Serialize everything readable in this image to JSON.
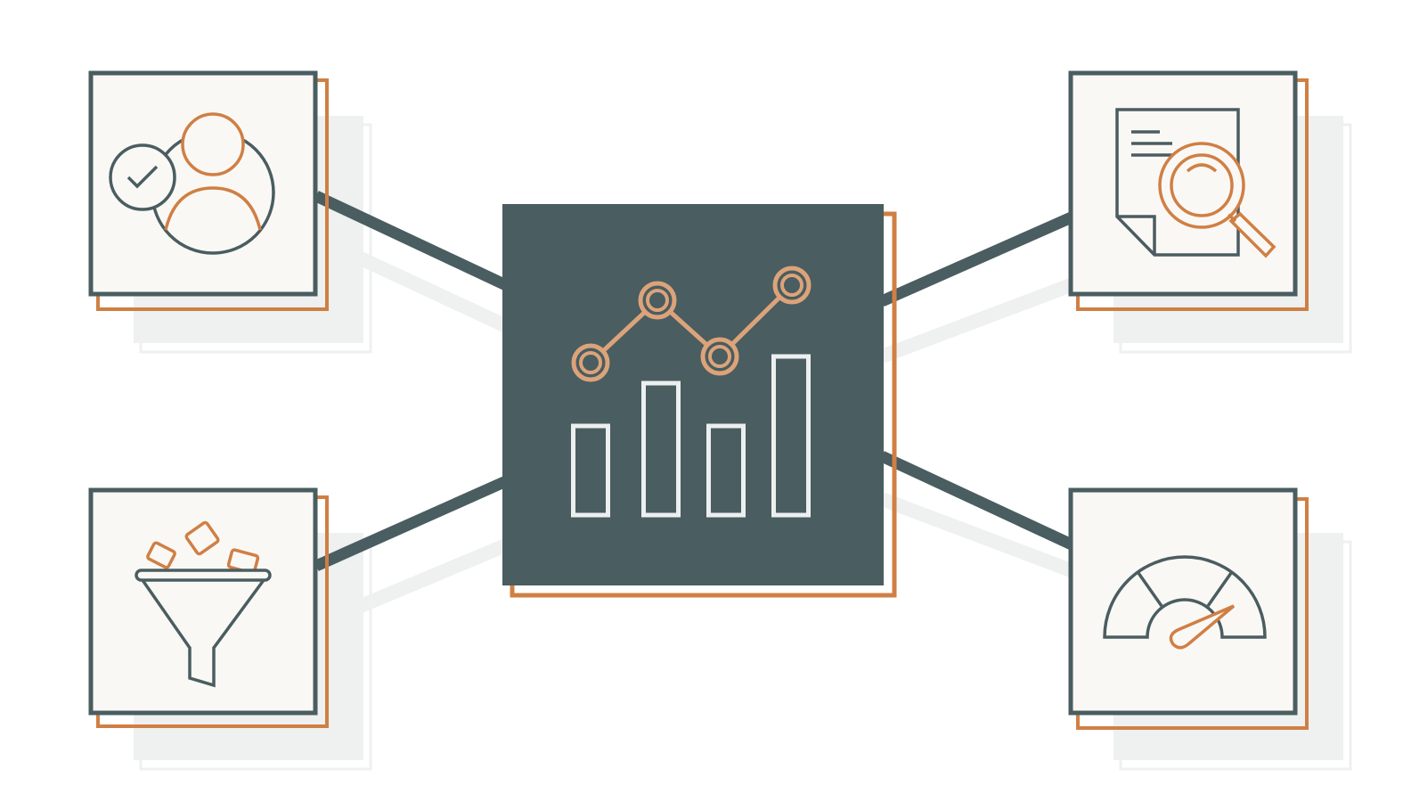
{
  "colors": {
    "dark": "#4a5d60",
    "orange": "#d07f44",
    "orange_light": "#dca37a",
    "card_bg": "#faf8f5",
    "shadow": "#eef1ef",
    "bar_stroke": "#eceff0",
    "bg": "#ffffff"
  },
  "nodes": {
    "center": {
      "icon": "analytics-chart-icon",
      "chart_data": {
        "type": "bar",
        "categories": [
          "",
          "",
          "",
          ""
        ],
        "values": [
          100,
          148,
          100,
          178
        ],
        "overlay_line": [
          165,
          235,
          172,
          252
        ]
      }
    },
    "top_left": {
      "icon": "user-verified-icon"
    },
    "top_right": {
      "icon": "document-search-icon"
    },
    "bottom_left": {
      "icon": "filter-funnel-icon"
    },
    "bottom_right": {
      "icon": "speedometer-gauge-icon"
    }
  }
}
